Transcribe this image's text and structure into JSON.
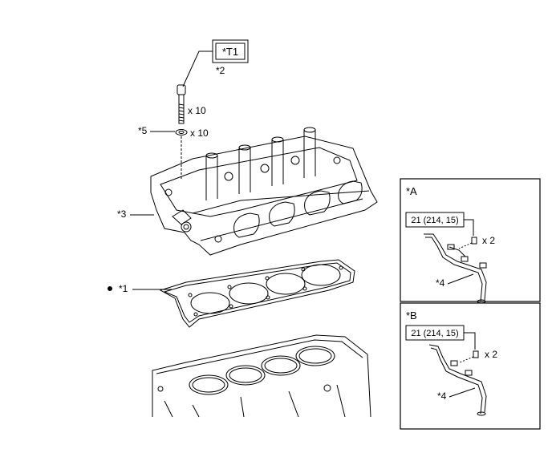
{
  "callouts": {
    "t1": "*T1",
    "two": "*2",
    "five": "*5",
    "three": "*3",
    "one": "*1",
    "bolt_qty": "x 10",
    "washer_qty": "x 10"
  },
  "panel_a": {
    "title": "*A",
    "torque": "21 (214, 15)",
    "qty": "x 2",
    "part": "*4"
  },
  "panel_b": {
    "title": "*B",
    "torque": "21 (214, 15)",
    "qty": "x 2",
    "part": "*4"
  }
}
